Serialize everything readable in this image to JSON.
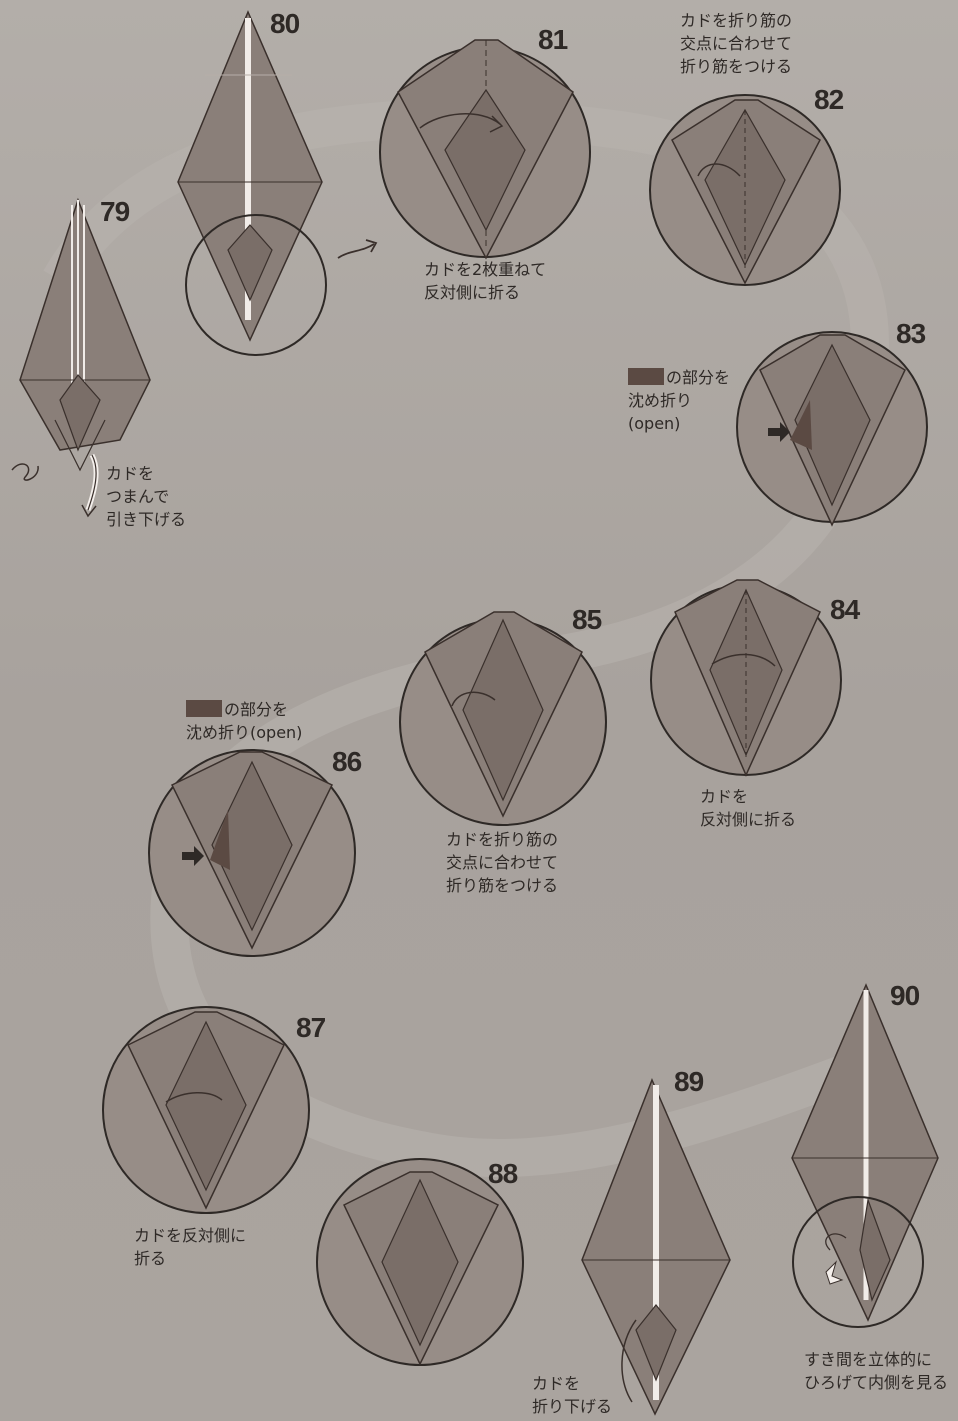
{
  "steps": {
    "s79": "79",
    "s80": "80",
    "s81": "81",
    "s82": "82",
    "s83": "83",
    "s84": "84",
    "s85": "85",
    "s86": "86",
    "s87": "87",
    "s88": "88",
    "s89": "89",
    "s90": "90"
  },
  "instructions": {
    "s79": "カドを\nつまんで\n引き下げる",
    "s81": "カドを2枚重ねて\n反対側に折る",
    "s82": "カドを折り筋の\n交点に合わせて\n折り筋をつける",
    "s83": "の部分を\n沈め折り\n(open)",
    "s84": "カドを\n反対側に折る",
    "s85": "カドを折り筋の\n交点に合わせて\n折り筋をつける",
    "s86": "の部分を\n沈め折り(open)",
    "s87": "カドを反対側に\n折る",
    "s89": "カドを\n折り下げる",
    "s90": "すき間を立体的に\nひろげて内側を見る"
  },
  "colors": {
    "paper": "#8a7f79",
    "paper_light": "#978d87",
    "paper_dark": "#5b4a43",
    "line": "#3a302c",
    "background": "#aaa49f"
  }
}
